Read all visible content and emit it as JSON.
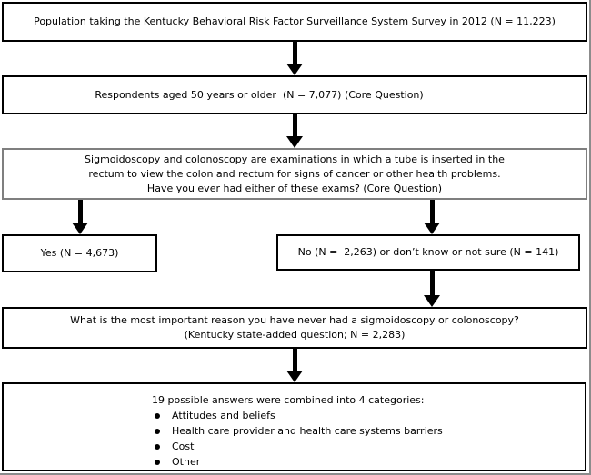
{
  "flow": {
    "population": {
      "text": "Population taking the Kentucky Behavioral Risk Factor Surveillance System Survey in 2012 (N = 11,223)"
    },
    "respondents": {
      "text": "Respondents aged 50 years or older  (N = 7,077) (Core Question)"
    },
    "exam": {
      "line1": "Sigmoidoscopy and colonoscopy are examinations in which a tube is inserted in the",
      "line2": "rectum to view the colon and rectum for signs of cancer or other health problems.",
      "line3": "Have you ever had either of these exams? (Core Question)"
    },
    "yes": {
      "text": "Yes (N = 4,673)"
    },
    "no": {
      "text": "No (N =  2,263) or don’t know or not sure (N = 141)"
    },
    "reason": {
      "line1": "What is the most important reason you have never had a sigmoidoscopy or colonoscopy?",
      "line2": "(Kentucky state-added question; N = 2,283)"
    },
    "categories": {
      "intro": "19 possible answers were combined into 4 categories:",
      "items": [
        "Attitudes and beliefs",
        "Health care provider and health care systems barriers",
        "Cost",
        "Other"
      ]
    }
  },
  "colors": {
    "box_border": "#000000",
    "exam_box_border": "#7f7f7f",
    "background": "#ffffff",
    "text": "#000000"
  }
}
